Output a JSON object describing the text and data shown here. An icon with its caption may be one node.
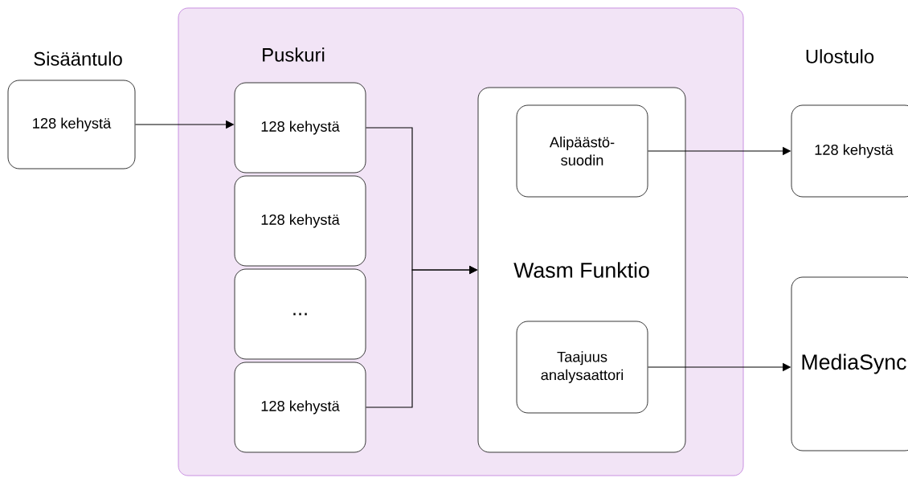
{
  "diagram": {
    "nodes": [
      {
        "text": [],
        "shape": "box"
      },
      {
        "text": [
          "128 kehystä"
        ]
      },
      {
        "text": [
          "128 kehystä"
        ],
        "in": 0
      },
      {
        "text": [
          "128 kehystä"
        ],
        "in": 0
      },
      {
        "text": [
          "..."
        ],
        "in": 0
      },
      {
        "text": [
          "128 kehystä"
        ],
        "in": 0
      },
      {
        "text": [
          "Wasm Funktio"
        ],
        "in": 0
      },
      {
        "text": [
          "Alipäästö- suodin"
        ],
        "in": 6
      },
      {
        "text": [
          "Taajuus analysaattori"
        ],
        "in": 6
      },
      {
        "text": [
          "128 kehystä"
        ]
      },
      {
        "text": [
          "MediaSync"
        ]
      }
    ],
    "edges": [
      {
        "from": 1,
        "to": 2,
        "arrow": "to"
      },
      {
        "from": 2,
        "to": 6,
        "arrow": "to"
      },
      {
        "from": 5,
        "to": 6,
        "arrow": "to"
      },
      {
        "from": 7,
        "to": 9,
        "arrow": "to"
      },
      {
        "from": 8,
        "to": 10,
        "arrow": "to"
      }
    ],
    "labels": [
      "Sisääntulo",
      "Puskuri",
      "Ulostulo"
    ]
  }
}
